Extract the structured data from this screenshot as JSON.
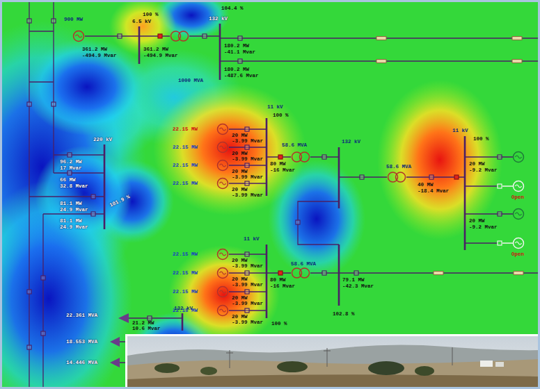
{
  "diagram": {
    "labels": [
      "900 MW",
      "6.5 kV",
      "100 %",
      "361.2 MW",
      "-494.9 Mvar",
      "361.2 MW",
      "-494.9 Mvar",
      "104.4 %",
      "132 kV",
      "180.2 MW",
      "-41.1 Mvar",
      "180.2 MW",
      "-487.6 Mvar",
      "1000 MVA",
      "11 kV",
      "100 %",
      "22.15 MW",
      "20 MW",
      "-3.99 Mvar",
      "22.15 MW",
      "20 MW",
      "-3.99 Mvar",
      "22.15 MW",
      "20 MW",
      "-3.99 Mvar",
      "22.15 MW",
      "20 MW",
      "-3.99 Mvar",
      "58.6 MVA",
      "80 MW",
      "-16 Mvar",
      "132 kV",
      "58.6 MVA",
      "40 MW",
      "-18.4 Mvar",
      "11 kV",
      "100 %",
      "20 MW",
      "-9.2 Mvar",
      "Open",
      "20 MW",
      "-9.2 Mvar",
      "Open",
      "220 kV",
      "96.2 MW",
      "17 Mvar",
      "66 MW",
      "32.8 Mvar",
      "101.9 %",
      "81.1 MW",
      "24.9 Mvar",
      "81.1 MW",
      "24.9 Mvar",
      "11 kV",
      "22.15 MW",
      "20 MW",
      "-3.99 Mvar",
      "22.15 MW",
      "20 MW",
      "-3.99 Mvar",
      "22.15 MW",
      "20 MW",
      "-3.99 Mvar",
      "22.15 MW",
      "20 MW",
      "-3.99 Mvar",
      "58.6 MVA",
      "80 MW",
      "-16 Mvar",
      "79.1 MW",
      "-42.3 Mvar",
      "100 %",
      "102.8 %",
      "132 kV",
      "22.361 MVA",
      "21.2 MW",
      "10.6 Mvar",
      "18.553 MVA",
      "14.446 MVA"
    ]
  }
}
